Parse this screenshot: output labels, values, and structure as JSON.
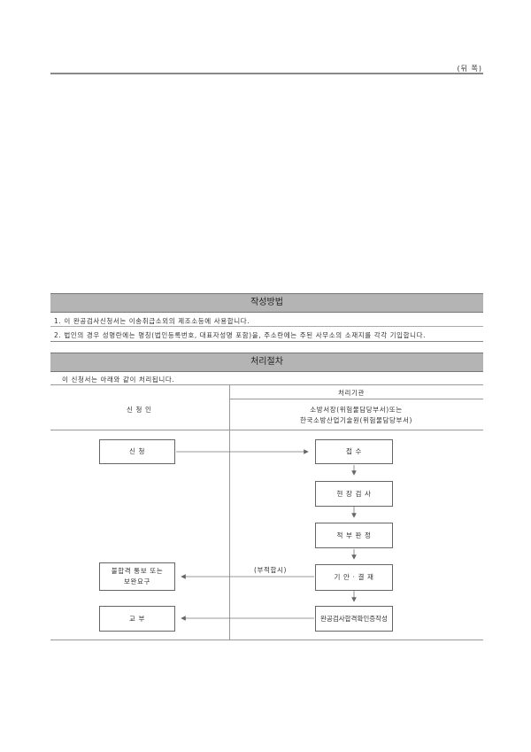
{
  "header": {
    "page_side": "(뒤 쪽)"
  },
  "writing_method": {
    "title": "작성방법",
    "notes": [
      "1. 이 완공검사신청서는 이송취급소외의 제조소등에 사용합니다.",
      "2. 법인의 경우 성명란에는 명칭(법인등록번호, 대표자성명 포함)을, 주소란에는 주된 사무소의 소재지를 각각 기입합니다."
    ]
  },
  "procedure": {
    "title": "처리절차",
    "intro": "이 신청서는 아래와 같이 처리됩니다.",
    "applicant_header": "신 청 인",
    "agency_header": "처리기관",
    "agency_line1": "소방서장(위험물담당부서)또는",
    "agency_line2": "한국소방산업기술원(위험물담당부서)",
    "boxes": {
      "apply": "신 청",
      "receive": "접 수",
      "inspect": "현 장 검 사",
      "judge": "적 부 판 정",
      "approve": "기 안 · 결 재",
      "certificate": "완공검사합격확인증작성",
      "notify": "불합격 통보 또는\n보완요구",
      "issue": "교 부"
    },
    "fail_label": "(부적합시)"
  }
}
